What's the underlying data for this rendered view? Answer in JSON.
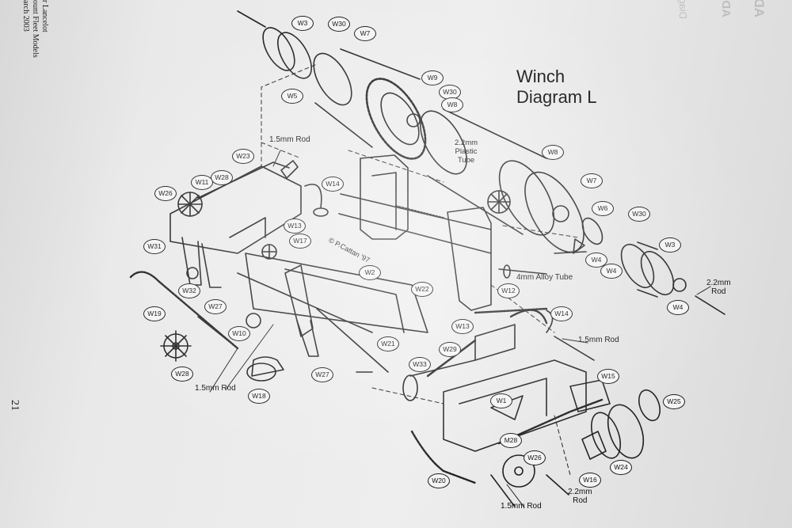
{
  "header": {
    "lines": [
      "r Lancelot",
      "ount Fleet Models",
      "arch 2003"
    ],
    "page_number": "21"
  },
  "diagram": {
    "title_line1": "Winch",
    "title_line2": "Diagram L",
    "watermark": "© P.Cattan '97",
    "rod_labels": [
      "1.5mm Rod",
      "1.5mm Rod",
      "1.5mm Rod",
      "1.5mm Rod"
    ],
    "alloy_tube_label": "4mm Alloy Tube",
    "plastic_tube_label": [
      "2.2mm",
      "Plastic",
      "Tube"
    ],
    "rod_22_right": [
      "2.2mm",
      "Rod"
    ],
    "rod_22_bottom": [
      "2.2mm",
      "Rod"
    ],
    "part_labels": [
      "W3",
      "W30",
      "W7",
      "W5",
      "W9",
      "W30",
      "W8",
      "W8",
      "W7",
      "W6",
      "W30",
      "W3",
      "W4",
      "W4",
      "W4",
      "W23",
      "W28",
      "W11",
      "W14",
      "W26",
      "W13",
      "W17",
      "W31",
      "W2",
      "W32",
      "W27",
      "W22",
      "W12",
      "W19",
      "W10",
      "W13",
      "W14",
      "W21",
      "W28",
      "W29",
      "W33",
      "W27",
      "W18",
      "W15",
      "W25",
      "W1",
      "M28",
      "W26",
      "W16",
      "W24",
      "W20"
    ]
  },
  "ghost_text": [
    "ADDING GUN SOUNDS TO ARMED TRAILER",
    "ADAPTING UNIVERSAL I SWITCHER",
    "Diagram M"
  ]
}
